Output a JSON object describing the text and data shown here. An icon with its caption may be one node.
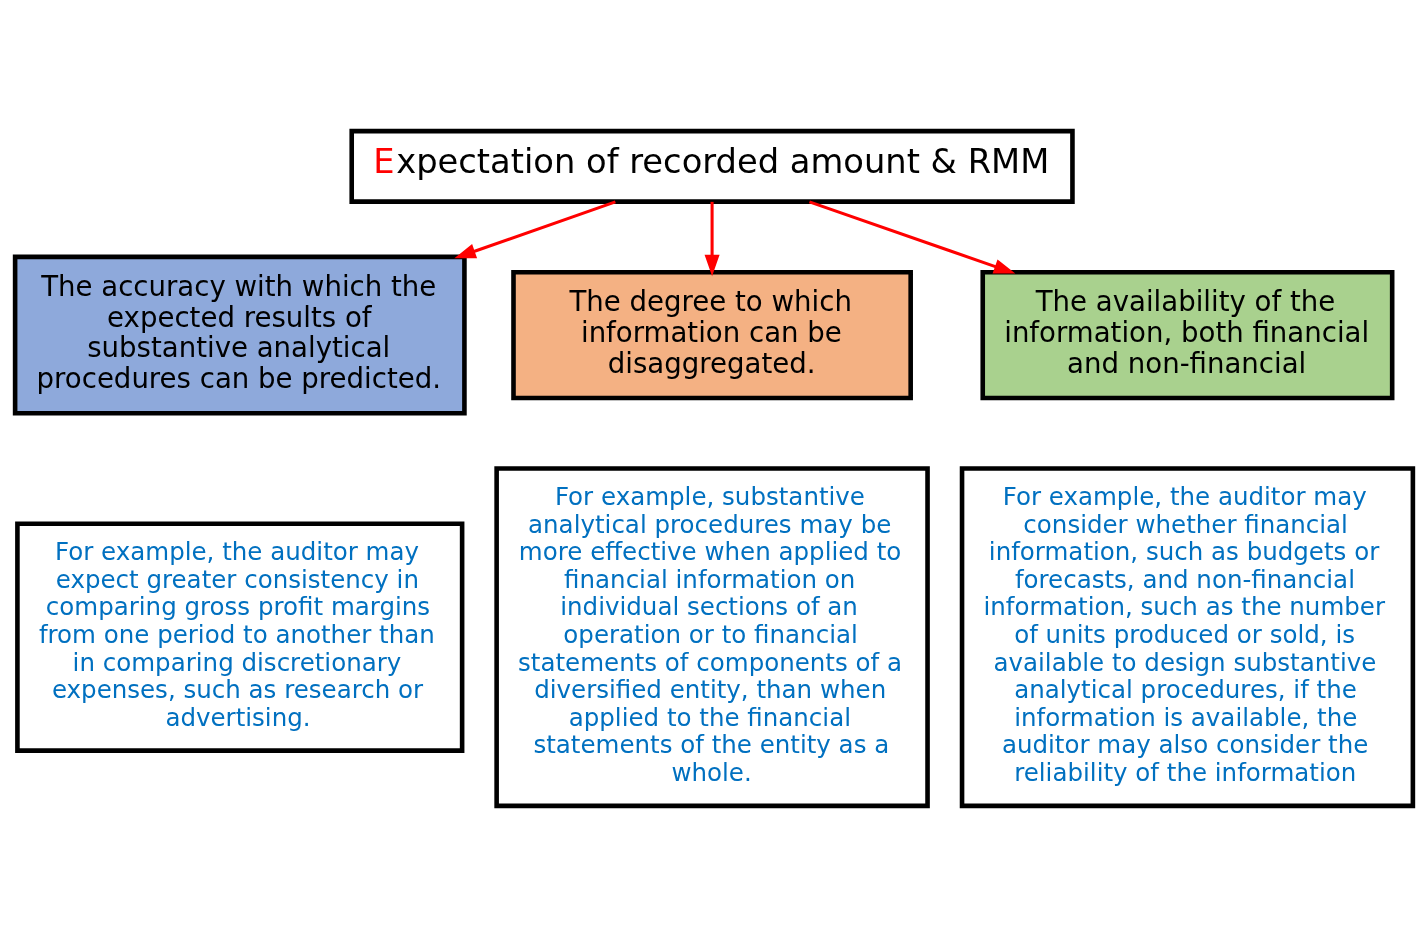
{
  "diagram": {
    "nodes": [
      {
        "text": [
          "Expectation of recorded amount & RMM"
        ]
      },
      {
        "text": [
          "The accuracy with which the expected results of substantive analytical procedures can be predicted."
        ]
      },
      {
        "text": [
          "The degree to which information can be disaggregated."
        ]
      },
      {
        "text": [
          "The availability of the information, both financial and non-financial"
        ]
      },
      {
        "text": [
          "For example, the auditor may expect greater consistency in comparing gross profit margins from one period to another than in comparing discretionary expenses, such as research or advertising."
        ]
      },
      {
        "text": [
          "For example, substantive analytical procedures may be more effective when applied to financial information on individual sections of an operation or to financial statements of components of a diversified entity, than when applied to the financial statements of the entity as a whole."
        ]
      },
      {
        "text": [
          "For example, the auditor may consider whether financial information, such as budgets or forecasts, and non-financial information, such as the number of units produced or sold, is available to design substantive analytical procedures, if the information is available, the auditor may also consider the reliability of the information"
        ]
      }
    ],
    "edges": [
      {
        "from": 0,
        "to": 1,
        "arrow": "to",
        "color": "#ff0000"
      },
      {
        "from": 0,
        "to": 2,
        "arrow": "to",
        "color": "#ff0000"
      },
      {
        "from": 0,
        "to": 3,
        "arrow": "to",
        "color": "#ff0000"
      }
    ]
  }
}
